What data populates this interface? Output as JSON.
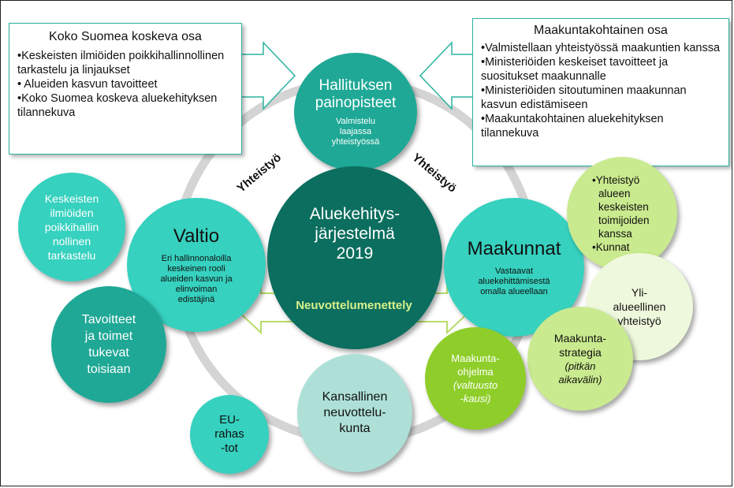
{
  "center": {
    "line1": "Aluekehitys-",
    "line2": "järjestelmä",
    "line3": "2019"
  },
  "hallitus": {
    "title1": "Hallituksen",
    "title2": "painopisteet",
    "sub1": "Valmistelu",
    "sub2": "laajassa",
    "sub3": "yhteistyössä"
  },
  "valtio": {
    "title": "Valtio",
    "sub1": "Eri hallinnonaloilla",
    "sub2": "keskeinen rooli",
    "sub3": "alueiden kasvun ja",
    "sub4": "elinvoiman",
    "sub5": "edistäjinä"
  },
  "maakunnat": {
    "title": "Maakunnat",
    "sub1": "Vastaavat",
    "sub2": "aluekehittämisestä",
    "sub3": "omalla alueellaan"
  },
  "kansallinen": {
    "l1": "Kansallinen",
    "l2": "neuvottelu-",
    "l3": "kunta"
  },
  "neuvottelu": "Neuvottelumenettely",
  "yhteistyo_left": "Yhteistyö",
  "yhteistyo_right": "Yhteistyö",
  "keskeisten": {
    "l1": "Keskeisten",
    "l2": "ilmiöiden",
    "l3": "poikkihallin",
    "l4": "nollinen",
    "l5": "tarkastelu"
  },
  "tavoitteet": {
    "l1": "Tavoitteet",
    "l2": "ja toimet",
    "l3": "tukevat",
    "l4": "toisiaan"
  },
  "eu": {
    "l1": "EU-",
    "l2": "rahas",
    "l3": "-tot"
  },
  "yhteistyo_alueen": {
    "l1": "•Yhteistyö",
    "l2": "alueen",
    "l3": "keskeisten",
    "l4": "toimijoiden",
    "l5": "kanssa",
    "l6": "•Kunnat"
  },
  "yli": {
    "l1": "Yli-",
    "l2": "alueellinen",
    "l3": "yhteistyö"
  },
  "strategia": {
    "l1": "Maakunta-",
    "l2": "strategia",
    "l3": "(pitkän",
    "l4": "aikavälin)"
  },
  "ohjelma": {
    "l1": "Maakunta-",
    "l2": "ohjelma",
    "l3": "(valtuusto",
    "l4": "-kausi)"
  },
  "left_box": {
    "title": "Koko Suomea koskeva osa",
    "items": [
      "•Keskeisten ilmiöiden poikkihallinnollinen tarkastelu ja linjaukset",
      "• Alueiden kasvun tavoitteet",
      "•Koko Suomea koskeva aluekehityksen tilannekuva"
    ]
  },
  "right_box": {
    "title": "Maakuntakohtainen osa",
    "items": [
      "•Valmistellaan yhteistyössä maakuntien kanssa",
      "•Ministeriöiden  keskeiset tavoitteet ja suositukset maakunnalle",
      "•Ministeriöiden  sitoutuminen maakunnan kasvun edistämiseen",
      "•Maakuntakohtainen aluekehityksen tilannekuva"
    ]
  },
  "colors": {
    "teal_dark": "#0b6e5e",
    "teal": "#1fa896",
    "teal_light": "#36d1bf",
    "mint": "#aee0d8",
    "lime": "#8fce2a",
    "lime_light": "#c9ea8e",
    "lime_pale": "#eef8dc",
    "arrow_border": "#b7dc6a"
  }
}
